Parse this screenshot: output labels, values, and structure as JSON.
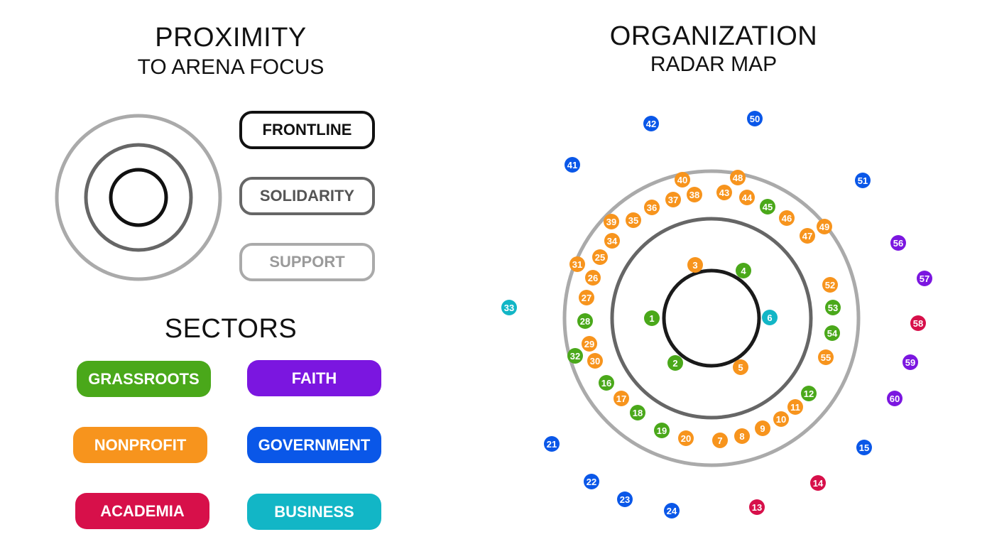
{
  "left": {
    "proximity_title": "PROXIMITY",
    "proximity_subtitle": "TO ARENA FOCUS",
    "frontline": "FRONTLINE",
    "solidarity": "SOLIDARITY",
    "support": "SUPPORT",
    "sectors_title": "SECTORS",
    "sectors": {
      "grassroots": "GRASSROOTS",
      "faith": "FAITH",
      "nonprofit": "NONPROFIT",
      "government": "GOVERNMENT",
      "academia": "ACADEMIA",
      "business": "BUSINESS"
    }
  },
  "right": {
    "title": "ORGANIZATION",
    "subtitle": "RADAR MAP"
  },
  "colors": {
    "grassroots": "#4aa81a",
    "faith": "#7b16e0",
    "nonprofit": "#f7941d",
    "government": "#0a57e8",
    "academia": "#d7104a",
    "business": "#12b6c6",
    "frontline": "#111111",
    "solidarity": "#666666",
    "support": "#aaaaaa"
  },
  "nodes": [
    {
      "n": "1",
      "sector": "grassroots",
      "ring": "frontline"
    },
    {
      "n": "2",
      "sector": "grassroots",
      "ring": "frontline"
    },
    {
      "n": "3",
      "sector": "nonprofit",
      "ring": "frontline"
    },
    {
      "n": "4",
      "sector": "grassroots",
      "ring": "frontline"
    },
    {
      "n": "5",
      "sector": "nonprofit",
      "ring": "frontline"
    },
    {
      "n": "6",
      "sector": "business",
      "ring": "frontline"
    },
    {
      "n": "7",
      "sector": "nonprofit",
      "ring": "support"
    },
    {
      "n": "8",
      "sector": "nonprofit",
      "ring": "support"
    },
    {
      "n": "9",
      "sector": "nonprofit",
      "ring": "support"
    },
    {
      "n": "10",
      "sector": "nonprofit",
      "ring": "support"
    },
    {
      "n": "11",
      "sector": "nonprofit",
      "ring": "support"
    },
    {
      "n": "12",
      "sector": "grassroots",
      "ring": "support"
    },
    {
      "n": "13",
      "sector": "academia",
      "ring": "outside"
    },
    {
      "n": "14",
      "sector": "academia",
      "ring": "outside"
    },
    {
      "n": "15",
      "sector": "government",
      "ring": "outside"
    },
    {
      "n": "16",
      "sector": "grassroots",
      "ring": "support"
    },
    {
      "n": "17",
      "sector": "nonprofit",
      "ring": "support"
    },
    {
      "n": "18",
      "sector": "grassroots",
      "ring": "support"
    },
    {
      "n": "19",
      "sector": "grassroots",
      "ring": "support"
    },
    {
      "n": "20",
      "sector": "nonprofit",
      "ring": "support"
    },
    {
      "n": "21",
      "sector": "government",
      "ring": "outside"
    },
    {
      "n": "22",
      "sector": "government",
      "ring": "outside"
    },
    {
      "n": "23",
      "sector": "government",
      "ring": "outside"
    },
    {
      "n": "24",
      "sector": "government",
      "ring": "outside"
    },
    {
      "n": "25",
      "sector": "nonprofit",
      "ring": "support"
    },
    {
      "n": "26",
      "sector": "nonprofit",
      "ring": "support"
    },
    {
      "n": "27",
      "sector": "nonprofit",
      "ring": "support"
    },
    {
      "n": "28",
      "sector": "grassroots",
      "ring": "support"
    },
    {
      "n": "29",
      "sector": "nonprofit",
      "ring": "support"
    },
    {
      "n": "30",
      "sector": "nonprofit",
      "ring": "support"
    },
    {
      "n": "31",
      "sector": "nonprofit",
      "ring": "support"
    },
    {
      "n": "32",
      "sector": "grassroots",
      "ring": "support"
    },
    {
      "n": "33",
      "sector": "business",
      "ring": "outside"
    },
    {
      "n": "34",
      "sector": "nonprofit",
      "ring": "support"
    },
    {
      "n": "35",
      "sector": "nonprofit",
      "ring": "support"
    },
    {
      "n": "36",
      "sector": "nonprofit",
      "ring": "support"
    },
    {
      "n": "37",
      "sector": "nonprofit",
      "ring": "support"
    },
    {
      "n": "38",
      "sector": "nonprofit",
      "ring": "support"
    },
    {
      "n": "39",
      "sector": "nonprofit",
      "ring": "support"
    },
    {
      "n": "40",
      "sector": "nonprofit",
      "ring": "support"
    },
    {
      "n": "41",
      "sector": "government",
      "ring": "outside"
    },
    {
      "n": "42",
      "sector": "government",
      "ring": "outside"
    },
    {
      "n": "43",
      "sector": "nonprofit",
      "ring": "support"
    },
    {
      "n": "44",
      "sector": "nonprofit",
      "ring": "support"
    },
    {
      "n": "45",
      "sector": "grassroots",
      "ring": "support"
    },
    {
      "n": "46",
      "sector": "nonprofit",
      "ring": "support"
    },
    {
      "n": "47",
      "sector": "nonprofit",
      "ring": "support"
    },
    {
      "n": "48",
      "sector": "nonprofit",
      "ring": "support"
    },
    {
      "n": "49",
      "sector": "nonprofit",
      "ring": "support"
    },
    {
      "n": "50",
      "sector": "government",
      "ring": "outside"
    },
    {
      "n": "51",
      "sector": "government",
      "ring": "outside"
    },
    {
      "n": "52",
      "sector": "nonprofit",
      "ring": "support"
    },
    {
      "n": "53",
      "sector": "grassroots",
      "ring": "support"
    },
    {
      "n": "54",
      "sector": "grassroots",
      "ring": "support"
    },
    {
      "n": "55",
      "sector": "nonprofit",
      "ring": "support"
    },
    {
      "n": "56",
      "sector": "faith",
      "ring": "outside"
    },
    {
      "n": "57",
      "sector": "faith",
      "ring": "outside"
    },
    {
      "n": "58",
      "sector": "academia",
      "ring": "outside"
    },
    {
      "n": "59",
      "sector": "faith",
      "ring": "outside"
    },
    {
      "n": "60",
      "sector": "faith",
      "ring": "outside"
    }
  ]
}
